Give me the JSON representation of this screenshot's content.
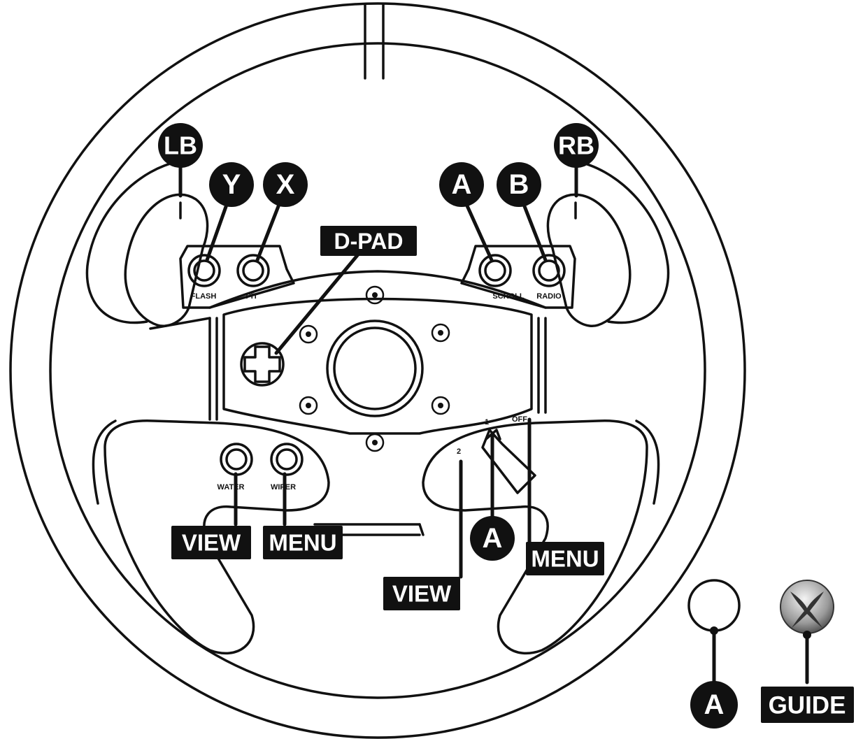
{
  "badges": {
    "lb": "LB",
    "rb": "RB",
    "y": "Y",
    "x": "X",
    "a_top": "A",
    "b_top": "B",
    "a_switch": "A",
    "a_base": "A"
  },
  "tags": {
    "dpad": "D-PAD",
    "view_left": "VIEW",
    "menu_left": "MENU",
    "view_right": "VIEW",
    "menu_right": "MENU",
    "guide": "GUIDE"
  },
  "button_labels": {
    "flash": "FLASH",
    "pit": "PIT",
    "scroll": "SCROLL",
    "radio": "RADIO",
    "water": "WATER",
    "wiper": "WIPER",
    "switch_pos_1": "1",
    "switch_pos_2": "2",
    "switch_off": "OFF"
  },
  "icons": {
    "base_button": "blank-circle-button-icon",
    "guide_button": "xbox-guide-button-icon"
  }
}
